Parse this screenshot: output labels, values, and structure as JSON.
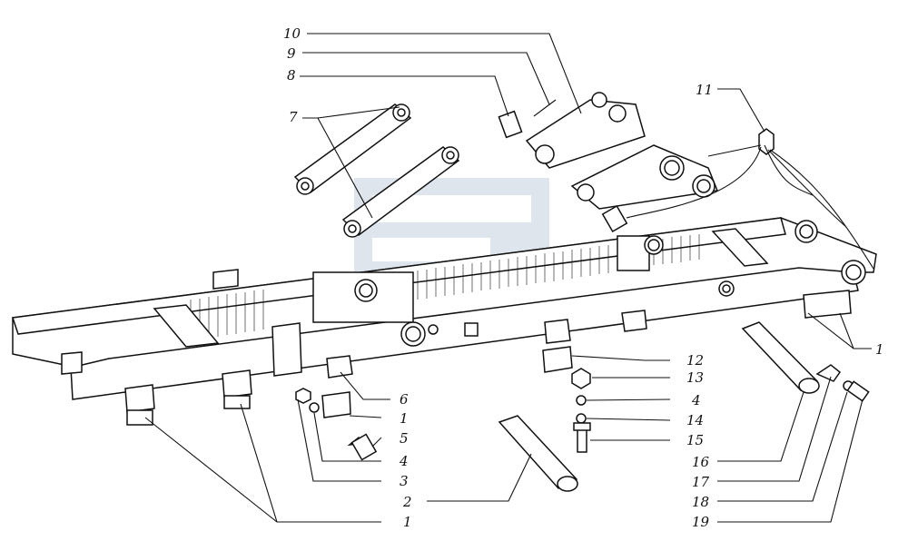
{
  "diagram": {
    "callouts": [
      {
        "id": "c10",
        "text": "10"
      },
      {
        "id": "c9",
        "text": "9"
      },
      {
        "id": "c8",
        "text": "8"
      },
      {
        "id": "c7",
        "text": "7"
      },
      {
        "id": "c11",
        "text": "11"
      },
      {
        "id": "c1a",
        "text": "1"
      },
      {
        "id": "c12",
        "text": "12"
      },
      {
        "id": "c13",
        "text": "13"
      },
      {
        "id": "c4a",
        "text": "4"
      },
      {
        "id": "c14",
        "text": "14"
      },
      {
        "id": "c15",
        "text": "15"
      },
      {
        "id": "c6",
        "text": "6"
      },
      {
        "id": "c1b",
        "text": "1"
      },
      {
        "id": "c5",
        "text": "5"
      },
      {
        "id": "c4b",
        "text": "4"
      },
      {
        "id": "c3",
        "text": "3"
      },
      {
        "id": "c2",
        "text": "2"
      },
      {
        "id": "c1c",
        "text": "1"
      },
      {
        "id": "c16",
        "text": "16"
      },
      {
        "id": "c17",
        "text": "17"
      },
      {
        "id": "c18",
        "text": "18"
      },
      {
        "id": "c19",
        "text": "19"
      }
    ]
  },
  "colors": {
    "ink": "#111111",
    "paper": "#ffffff",
    "watermark": "#b9c6d8"
  }
}
